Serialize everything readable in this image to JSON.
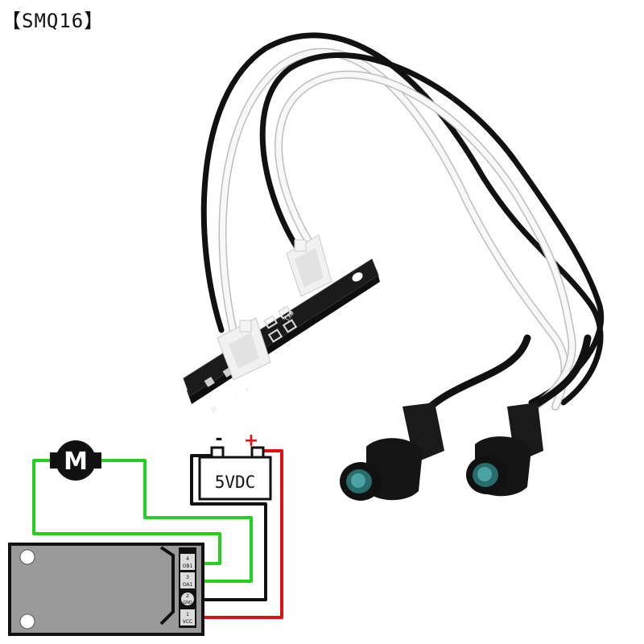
{
  "product_code": "【SMQ16】",
  "diagram": {
    "motor_label": "M",
    "battery_label": "5VDC",
    "minus_sign": "-",
    "plus_sign": "+",
    "pins": [
      {
        "number": "4",
        "name": "OB1"
      },
      {
        "number": "3",
        "name": "OA1"
      },
      {
        "number": "2",
        "name": "GND"
      },
      {
        "number": "1",
        "name": "VCC"
      }
    ]
  },
  "board": {
    "terminal_labels": [
      "M",
      "-",
      "+"
    ],
    "sensor_port_labels": [
      "RXD",
      "TXD"
    ]
  },
  "colors": {
    "wire_green": "#22d022",
    "wire_red": "#e01010",
    "wire_black": "#111111",
    "pcb_black": "#141414",
    "pcb_gray": "#9a9a9a",
    "connector_white": "#f2f2f2"
  }
}
